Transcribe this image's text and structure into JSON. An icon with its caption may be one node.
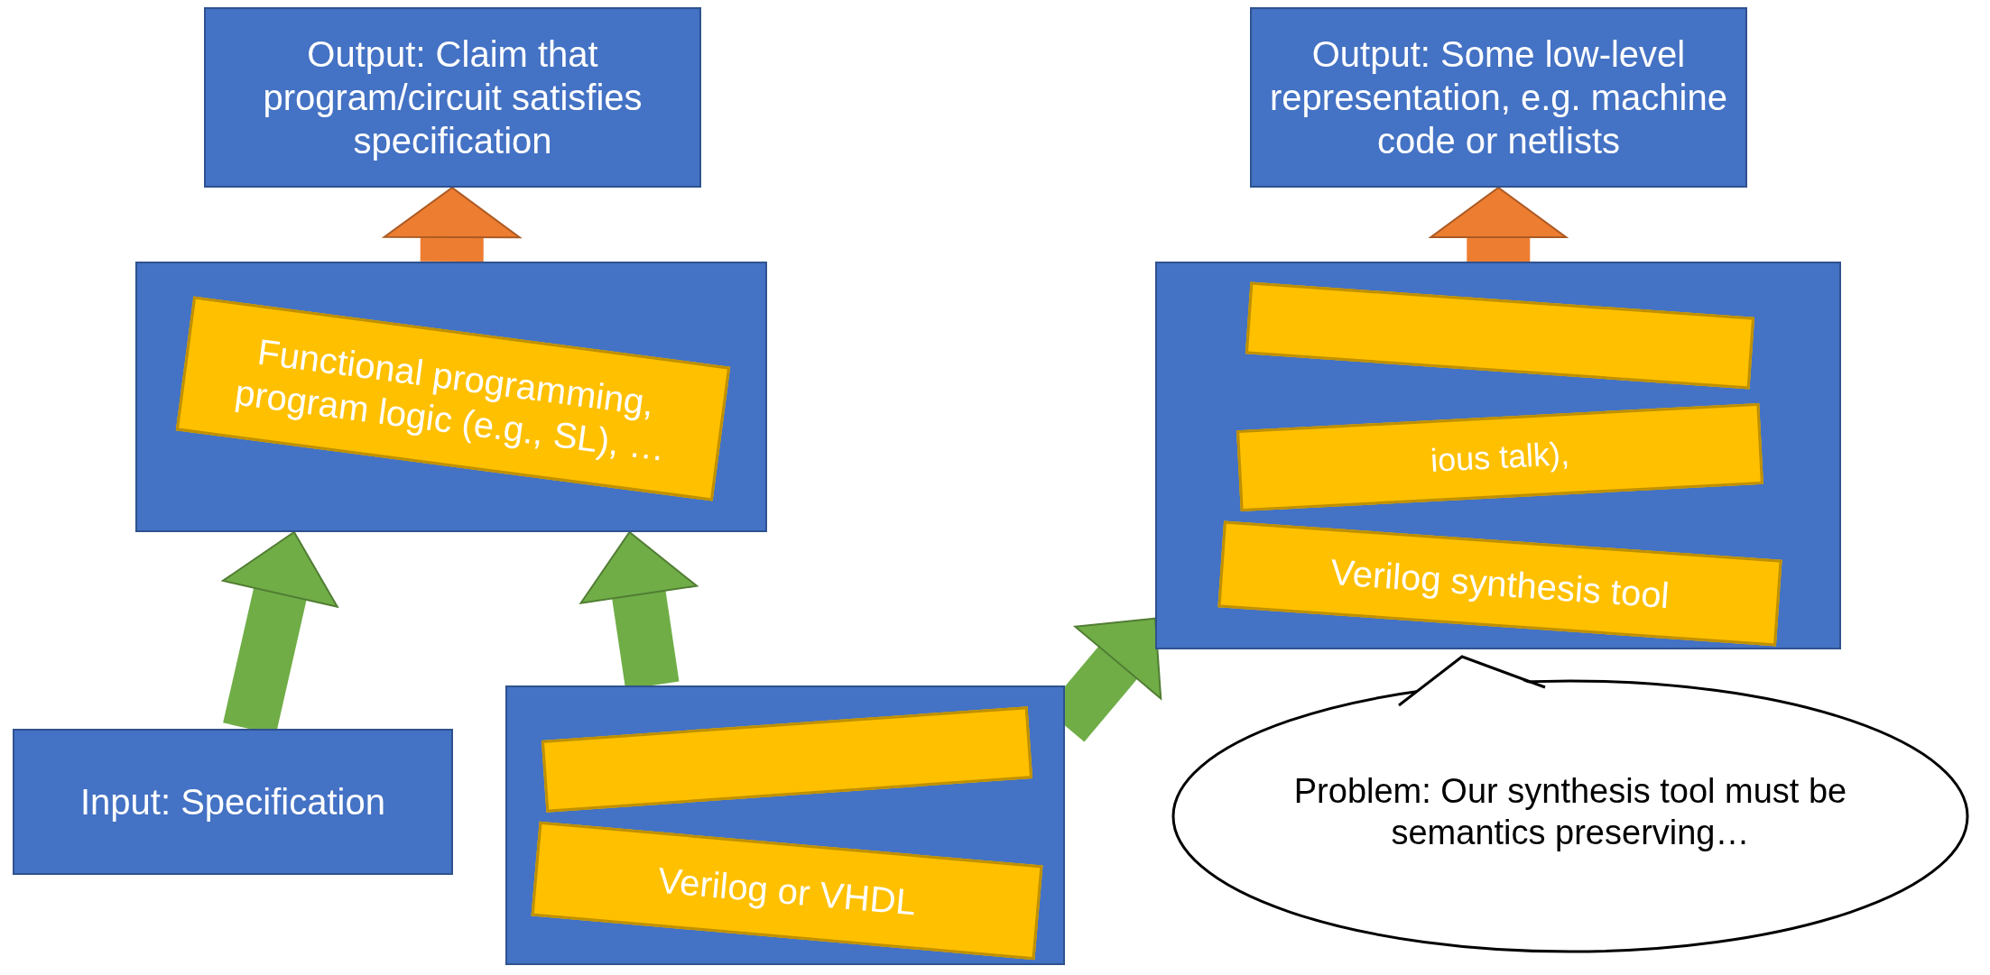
{
  "diagram": {
    "nodes": [
      {
        "text": [
          "Output: Claim that program/circuit satisfies specification"
        ]
      },
      {
        "text": [
          "Output: Some low-level representation, e.g. machine code or netlists"
        ]
      },
      {
        "text": [],
        "shape": "box"
      },
      {
        "text": [
          "Functional programming, program logic (e.g., SL), …"
        ],
        "in": 2
      },
      {
        "text": [],
        "shape": "box"
      },
      {
        "text": [],
        "shape": "box",
        "in": 4
      },
      {
        "text": [
          "ious talk),"
        ],
        "in": 4
      },
      {
        "text": [
          "Verilog synthesis tool"
        ],
        "in": 4
      },
      {
        "text": [
          "Problem: Our synthesis tool must be semantics preserving…"
        ]
      },
      {
        "text": [
          "Input: Specification"
        ]
      },
      {
        "text": [],
        "shape": "box"
      },
      {
        "text": [],
        "shape": "box",
        "in": 10
      },
      {
        "text": [
          "Verilog or VHDL"
        ],
        "in": 10
      }
    ],
    "edges": [
      {
        "from": 2,
        "to": 0,
        "arrow": "to",
        "color": "#ed7d31"
      },
      {
        "from": 4,
        "to": 1,
        "arrow": "to",
        "color": "#ed7d31"
      },
      {
        "from": 9,
        "to": 2,
        "arrow": "to"
      },
      {
        "from": 10,
        "to": 2,
        "arrow": "to"
      },
      {
        "from": 10,
        "to": 4,
        "arrow": "to"
      }
    ]
  }
}
